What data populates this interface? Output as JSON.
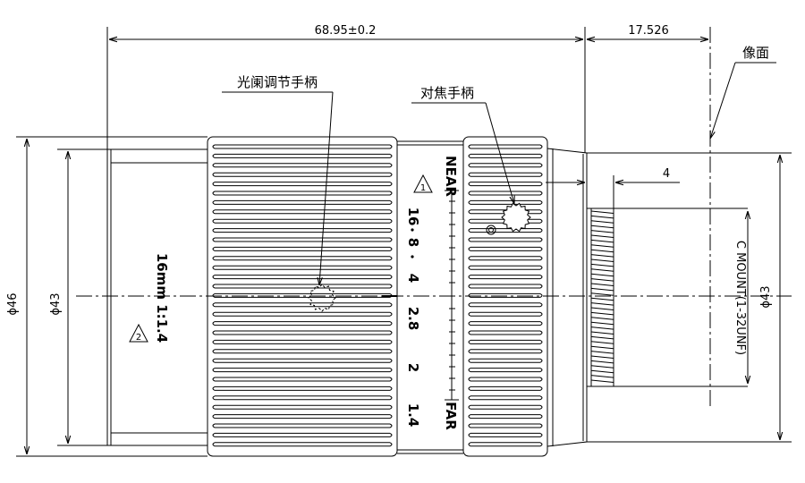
{
  "dimensions": {
    "overall_length": "68.95±0.2",
    "flange_distance": "17.526",
    "thread_length": "4",
    "dia_outer": "ϕ46",
    "dia_body": "ϕ43",
    "dia_rear": "ϕ43"
  },
  "labels": {
    "image_plane": "像面",
    "iris_handle": "光阑调节手柄",
    "focus_handle": "对焦手柄",
    "mount": "C MOUNT(1-32UNF)"
  },
  "lens_marking": {
    "focal": "16mm 1:1.4",
    "note_number": "2"
  },
  "aperture_scale": [
    "16",
    "8",
    "4",
    "2.8",
    "2",
    "1.4"
  ],
  "focus_scale": {
    "near": "NEAR",
    "far": "FAR",
    "note_number": "1"
  }
}
